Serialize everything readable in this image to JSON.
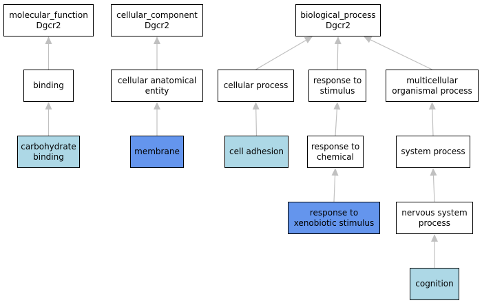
{
  "colors": {
    "default": "#ffffff",
    "light": "#add8e6",
    "strong": "#6495ed",
    "edge": "#c0c0c0"
  },
  "nodes": [
    {
      "id": "mf",
      "lines": [
        "molecular_function",
        "Dgcr2"
      ],
      "fill": "default"
    },
    {
      "id": "cc",
      "lines": [
        "cellular_component",
        "Dgcr2"
      ],
      "fill": "default"
    },
    {
      "id": "bp",
      "lines": [
        "biological_process",
        "Dgcr2"
      ],
      "fill": "default"
    },
    {
      "id": "binding",
      "lines": [
        "binding"
      ],
      "fill": "default"
    },
    {
      "id": "cae",
      "lines": [
        "cellular anatomical",
        "entity"
      ],
      "fill": "default"
    },
    {
      "id": "cp",
      "lines": [
        "cellular process"
      ],
      "fill": "default"
    },
    {
      "id": "rs",
      "lines": [
        "response to",
        "stimulus"
      ],
      "fill": "default"
    },
    {
      "id": "mop",
      "lines": [
        "multicellular",
        "organismal process"
      ],
      "fill": "default"
    },
    {
      "id": "cb",
      "lines": [
        "carbohydrate",
        "binding"
      ],
      "fill": "light"
    },
    {
      "id": "mem",
      "lines": [
        "membrane"
      ],
      "fill": "strong"
    },
    {
      "id": "ca",
      "lines": [
        "cell adhesion"
      ],
      "fill": "light"
    },
    {
      "id": "rc",
      "lines": [
        "response to",
        "chemical"
      ],
      "fill": "default"
    },
    {
      "id": "sp",
      "lines": [
        "system process"
      ],
      "fill": "default"
    },
    {
      "id": "rxs",
      "lines": [
        "response to",
        "xenobiotic stimulus"
      ],
      "fill": "strong"
    },
    {
      "id": "nsp",
      "lines": [
        "nervous system",
        "process"
      ],
      "fill": "default"
    },
    {
      "id": "cog",
      "lines": [
        "cognition"
      ],
      "fill": "light"
    }
  ],
  "edges": [
    {
      "from": "binding",
      "to": "mf"
    },
    {
      "from": "cb",
      "to": "binding"
    },
    {
      "from": "cae",
      "to": "cc"
    },
    {
      "from": "mem",
      "to": "cae"
    },
    {
      "from": "cp",
      "to": "bp"
    },
    {
      "from": "rs",
      "to": "bp"
    },
    {
      "from": "mop",
      "to": "bp"
    },
    {
      "from": "ca",
      "to": "cp"
    },
    {
      "from": "rc",
      "to": "rs"
    },
    {
      "from": "rxs",
      "to": "rc"
    },
    {
      "from": "sp",
      "to": "mop"
    },
    {
      "from": "nsp",
      "to": "sp"
    },
    {
      "from": "cog",
      "to": "nsp"
    }
  ]
}
